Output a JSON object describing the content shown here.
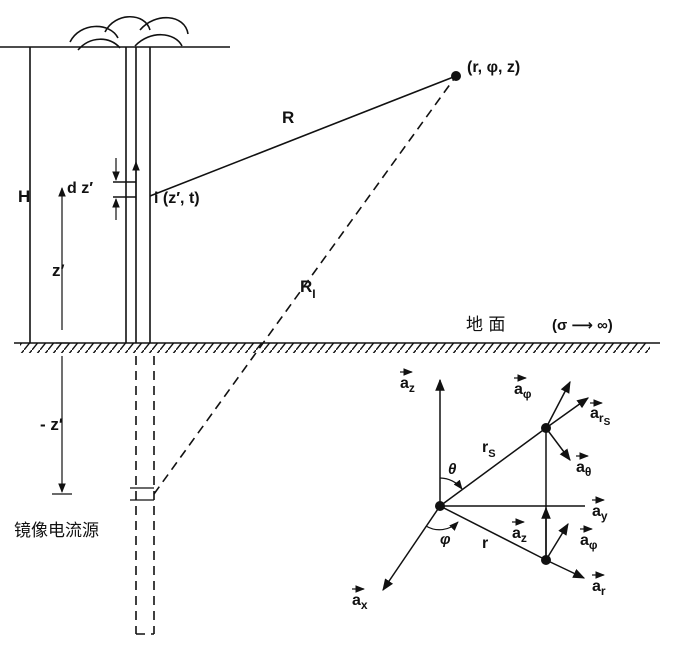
{
  "labels": {
    "point": "(r, φ, z)",
    "R": "R",
    "R1": "R",
    "R1_sub": "I",
    "H": "H",
    "dz": "d z′",
    "current": "i (z′, t)",
    "zprime": "z′",
    "neg_zprime": "- z′",
    "ground": "地 面",
    "sigma": "(σ ⟶ ∞)",
    "image_source": "镜像电流源",
    "theta": "θ",
    "phi": "φ",
    "rs": "r",
    "rs_sub": "S",
    "r": "r"
  },
  "unit_vectors": {
    "az": "a",
    "az_sub": "z",
    "aphi": "a",
    "aphi_sub": "φ",
    "ars": "a",
    "ars_sub": "r",
    "ars_sub2": "S",
    "atheta": "a",
    "atheta_sub": "θ",
    "ay": "a",
    "ay_sub": "y",
    "az2": "a",
    "az2_sub": "z",
    "aphi2": "a",
    "aphi2_sub": "φ",
    "ar": "a",
    "ar_sub": "r",
    "ax": "a",
    "ax_sub": "x"
  }
}
